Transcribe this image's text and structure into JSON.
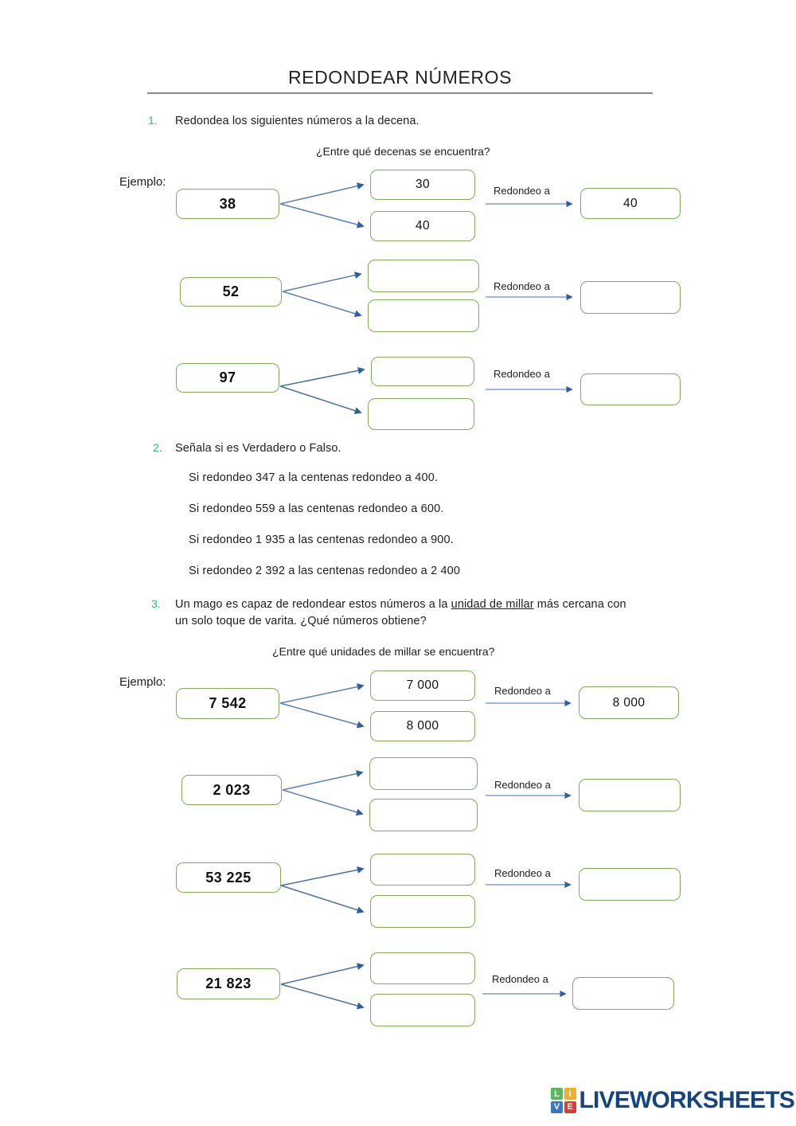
{
  "document": {
    "title": "REDONDEAR NÚMEROS"
  },
  "sections": [
    {
      "number": "1.",
      "instruction": "Redondea los siguientes números a la decena.",
      "prompt": "¿Entre qué decenas se encuentra?",
      "example_label": "Ejemplo:",
      "arrow_label": "Redondeo a",
      "rows": [
        {
          "source": "38",
          "lower": "30",
          "upper": "40",
          "result": "40",
          "is_example": true
        },
        {
          "source": "52",
          "lower": "",
          "upper": "",
          "result": "",
          "is_example": false
        },
        {
          "source": "97",
          "lower": "",
          "upper": "",
          "result": "",
          "is_example": false
        }
      ]
    },
    {
      "number": "2.",
      "instruction": "Señala si es Verdadero o Falso.",
      "statements": [
        "Si redondeo 347 a la centenas redondeo a 400.",
        "Si redondeo 559 a las centenas redondeo a 600.",
        "Si redondeo 1 935 a las centenas redondeo a 900.",
        "Si redondeo 2 392 a las centenas redondeo a 2 400"
      ]
    },
    {
      "number": "3.",
      "instruction_part1": "Un mago es capaz de redondear estos números a la ",
      "instruction_underlined": "unidad de millar",
      "instruction_part2": " más cercana con",
      "instruction_line2": "un solo toque de varita. ¿Qué números obtiene?",
      "prompt": "¿Entre qué unidades de millar se encuentra?",
      "example_label": "Ejemplo:",
      "arrow_label": "Redondeo a",
      "rows": [
        {
          "source": "7 542",
          "lower": "7 000",
          "upper": "8 000",
          "result": "8 000",
          "is_example": true
        },
        {
          "source": "2 023",
          "lower": "",
          "upper": "",
          "result": "",
          "is_example": false
        },
        {
          "source": "53 225",
          "lower": "",
          "upper": "",
          "result": "",
          "is_example": false
        },
        {
          "source": "21 823",
          "lower": "",
          "upper": "",
          "result": "",
          "is_example": false
        }
      ]
    }
  ],
  "footer": {
    "logo_tiles": [
      {
        "letter": "L",
        "color": "#5cb85c"
      },
      {
        "letter": "I",
        "color": "#f0ad2e"
      },
      {
        "letter": "V",
        "color": "#3b76c4"
      },
      {
        "letter": "E",
        "color": "#e03a34"
      }
    ],
    "logo_word": "LIVEWORKSHEETS",
    "logo_word_color": "#16457e"
  },
  "colors": {
    "box_border": "#7fae55",
    "arrow": "#6f96c6",
    "arrow_head": "#2e5f9e",
    "number_marker": "#39b27f",
    "rule": "#8b8b8b"
  }
}
